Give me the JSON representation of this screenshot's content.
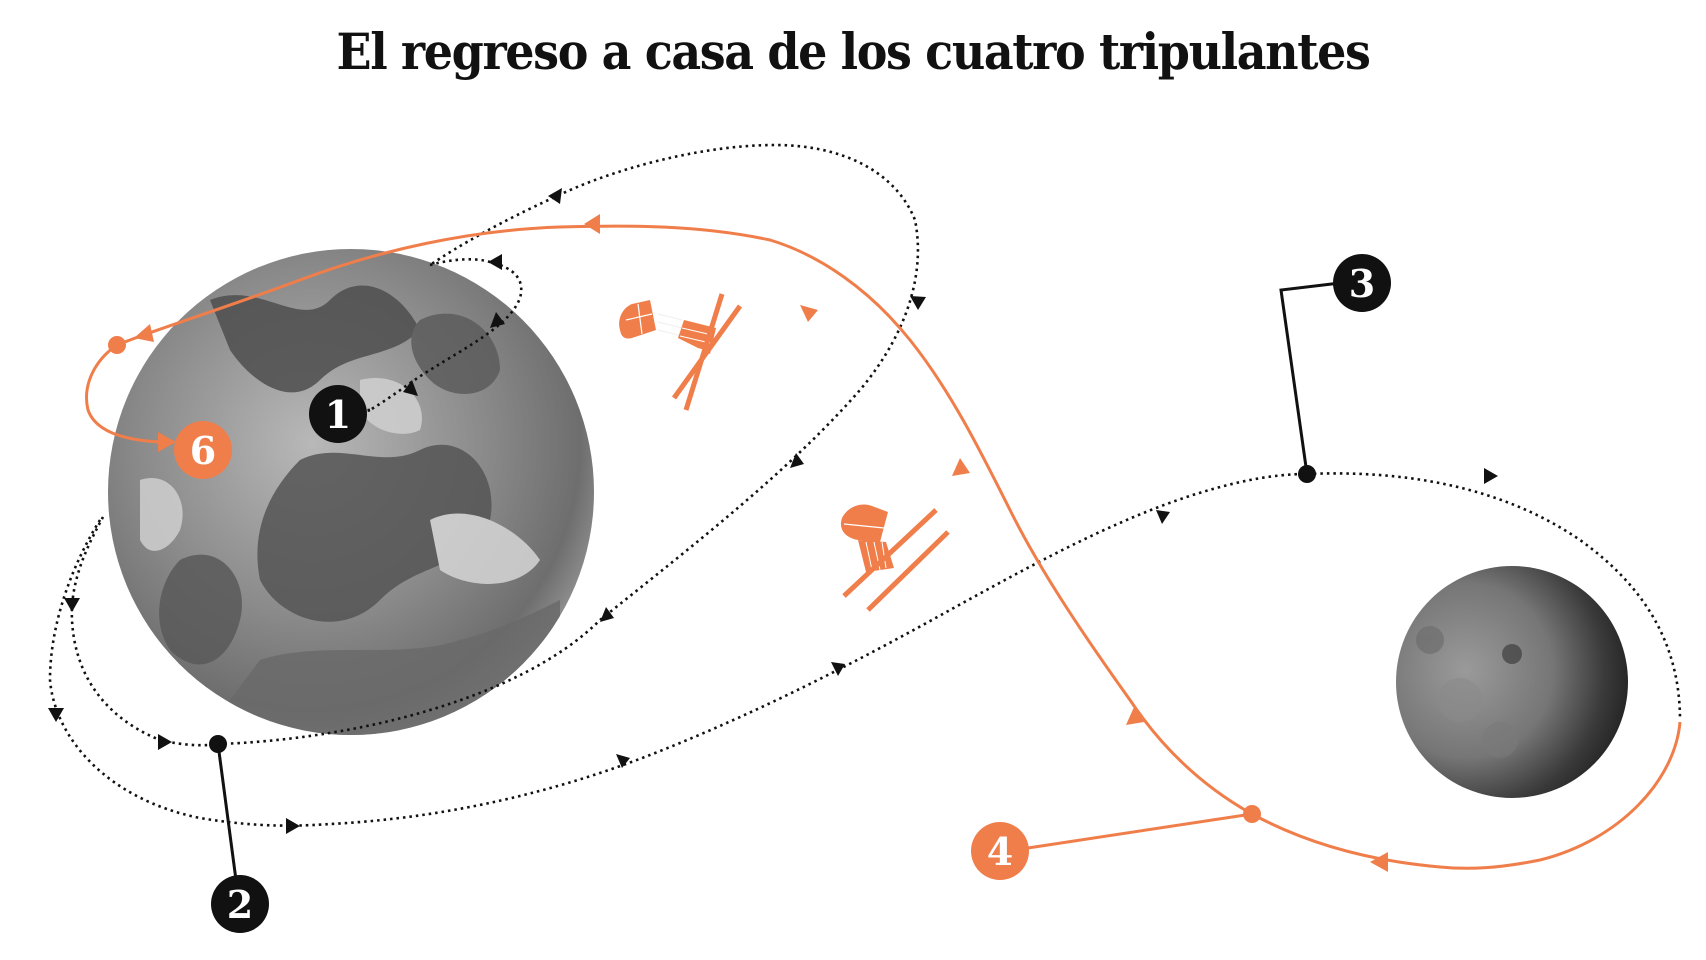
{
  "title": "El regreso a casa de los cuatro tripulantes",
  "colors": {
    "accent": "#F07E4A",
    "marker": "#111111",
    "background": "#FFFFFF"
  },
  "bodies": {
    "earth": {
      "label": "earth-photo"
    },
    "moon": {
      "label": "moon-photo"
    }
  },
  "markers": [
    {
      "id": "1",
      "label": "1",
      "color": "#111111"
    },
    {
      "id": "2",
      "label": "2",
      "color": "#111111"
    },
    {
      "id": "3",
      "label": "3",
      "color": "#111111"
    },
    {
      "id": "4",
      "label": "4",
      "color": "#F07E4A"
    },
    {
      "id": "6",
      "label": "6",
      "color": "#F07E4A"
    }
  ],
  "icons": [
    {
      "name": "spacecraft-separating-icon"
    },
    {
      "name": "spacecraft-icon"
    }
  ]
}
